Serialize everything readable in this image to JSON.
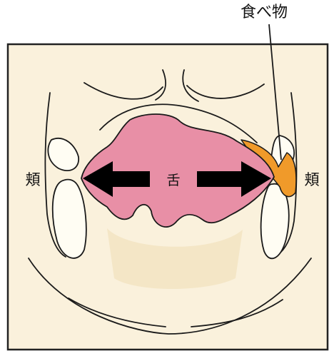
{
  "labels": {
    "food": "食べ物",
    "tongue": "舌",
    "cheek_left": "頬",
    "cheek_right": "頬"
  },
  "colors": {
    "background": "#faf1dc",
    "tongue": "#e88fa6",
    "food": "#f09a2a",
    "line": "#1a1a1a",
    "tooth": "#fffdf3",
    "arrow": "#000000"
  }
}
